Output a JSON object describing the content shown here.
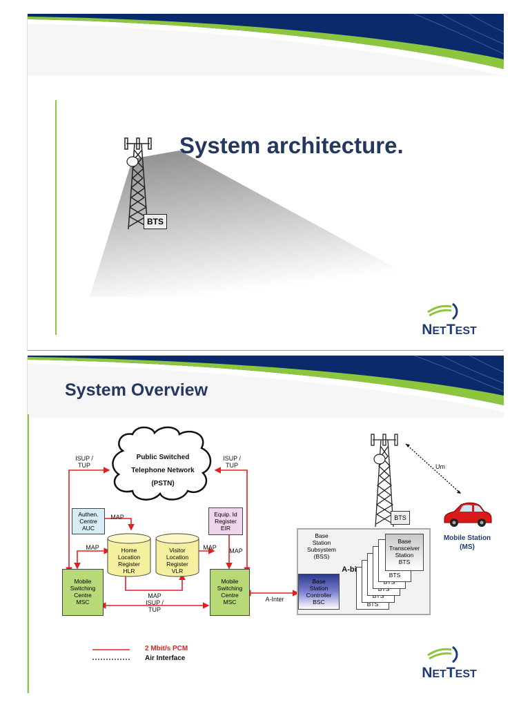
{
  "slide1": {
    "title": "System architecture.",
    "bts_label": "BTS",
    "logo_text": [
      "N",
      "ET",
      "T",
      "EST"
    ]
  },
  "slide2": {
    "title": "System Overview",
    "pstn": [
      "Public Switched",
      "Telephone Network",
      "(PSTN)"
    ],
    "isup_left": [
      "ISUP /",
      "TUP"
    ],
    "isup_right": [
      "ISUP /",
      "TUP"
    ],
    "auc": [
      "Authen.",
      "Centre",
      "AUC"
    ],
    "eir": [
      "Equip. Id",
      "Register",
      "EIR"
    ],
    "map_labels": [
      "MAP",
      "MAP",
      "MAP",
      "MAP"
    ],
    "hlr": [
      "Home",
      "Location",
      "Register",
      "HLR"
    ],
    "vlr": [
      "Visitor",
      "Location",
      "Register",
      "VLR"
    ],
    "msc_left": [
      "Mobile",
      "Switching",
      "Centre",
      "MSC"
    ],
    "msc_right": [
      "Mobile",
      "Switching",
      "Centre",
      "MSC"
    ],
    "map_isup_bottom": [
      "MAP",
      "ISUP /",
      "TUP"
    ],
    "a_inter": "A-Inter",
    "bss": [
      "Base",
      "Station",
      "Subsystem",
      "(BSS)"
    ],
    "bsc": [
      "Base",
      "Station",
      "Controller",
      "BSC"
    ],
    "a_bis": "A-bis",
    "bts_stack": [
      "Base",
      "Transceiver",
      "Station",
      "BTS"
    ],
    "bts_small": "BTS",
    "bts_tower": "BTS",
    "um": "Um",
    "ms": [
      "Mobile Station",
      "(MS)"
    ],
    "legend": {
      "pcm": "2 Mbit/s PCM",
      "air": "Air Interface"
    },
    "colors": {
      "pcm_line": "#e02020",
      "title": "#24385f",
      "ms_text": "#1f3b73",
      "auc_fill": "#d8ecf6",
      "eir_fill": "#efd5ec",
      "db_fill": "#f5f0a0",
      "msc_fill": "#b8d977",
      "bsc_fill": "#2e3a8c"
    }
  }
}
